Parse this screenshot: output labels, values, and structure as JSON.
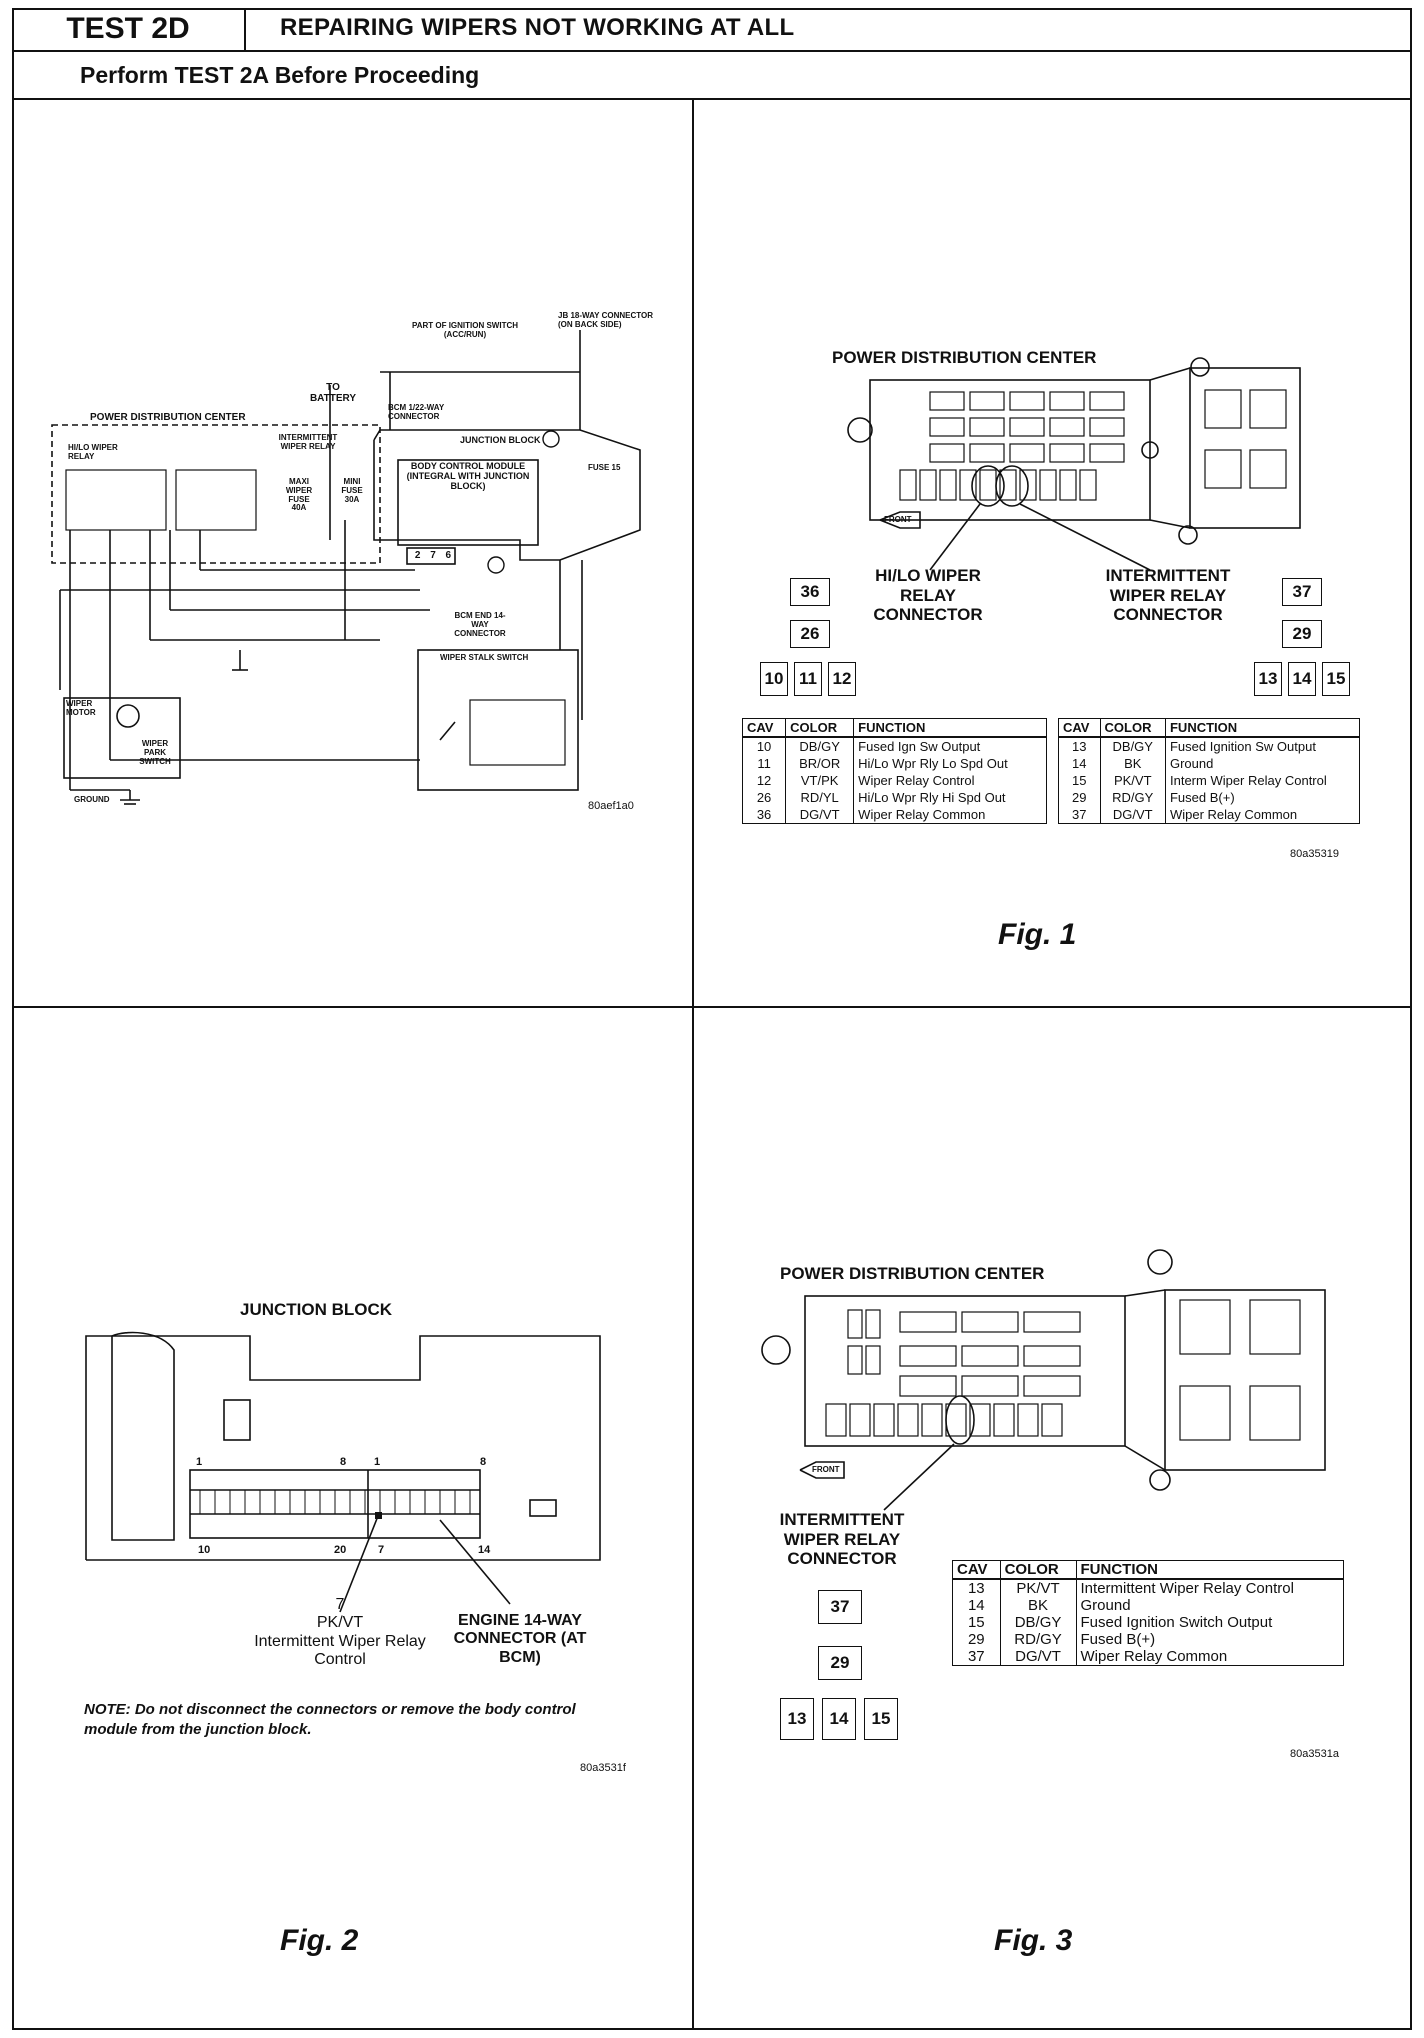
{
  "header": {
    "test_id": "TEST 2D",
    "title": "REPAIRING WIPERS NOT WORKING AT ALL",
    "subtitle": "Perform TEST 2A Before Proceeding"
  },
  "schematic": {
    "labels": {
      "jb_connector": "JB 18-WAY CONNECTOR (ON BACK SIDE)",
      "ignition_switch": "PART OF IGNITION SWITCH (ACC/RUN)",
      "to_battery": "TO BATTERY",
      "pdc": "POWER DISTRIBUTION CENTER",
      "bcm_connector": "BCM 1/22-WAY CONNECTOR",
      "junction_block": "JUNCTION BLOCK",
      "hilo_relay": "HI/LO WIPER RELAY",
      "intermittent_relay": "INTERMITTENT WIPER RELAY",
      "maxi_fuse": "MAXI WIPER FUSE 40A",
      "mini_fuse": "MINI FUSE 30A",
      "bcm": "BODY CONTROL MODULE (INTEGRAL WITH JUNCTION BLOCK)",
      "fuse_15": "FUSE 15",
      "bcm_end_connector": "BCM END 14-WAY CONNECTOR",
      "wiper_stalk_switch": "WIPER STALK SWITCH",
      "wiper_motor": "WIPER MOTOR",
      "wiper_park_switch": "WIPER PARK SWITCH",
      "ground": "GROUND",
      "bcm_pins": [
        "2",
        "7",
        "6"
      ],
      "code": "80aef1a0"
    }
  },
  "fig1": {
    "title": "POWER DISTRIBUTION CENTER",
    "hilo_label": "HI/LO WIPER RELAY CONNECTOR",
    "int_label": "INTERMITTENT WIPER RELAY CONNECTOR",
    "front_label": "FRONT",
    "hilo_pins": {
      "top": "36",
      "mid": "26",
      "bottom": [
        "10",
        "11",
        "12"
      ]
    },
    "int_pins": {
      "top": "37",
      "mid": "29",
      "bottom": [
        "13",
        "14",
        "15"
      ]
    },
    "table_headers": [
      "CAV",
      "COLOR",
      "FUNCTION"
    ],
    "table_left": [
      [
        "10",
        "DB/GY",
        "Fused Ign Sw Output"
      ],
      [
        "11",
        "BR/OR",
        "Hi/Lo Wpr Rly Lo Spd Out"
      ],
      [
        "12",
        "VT/PK",
        "Wiper Relay Control"
      ],
      [
        "26",
        "RD/YL",
        "Hi/Lo Wpr Rly Hi Spd Out"
      ],
      [
        "36",
        "DG/VT",
        "Wiper Relay Common"
      ]
    ],
    "table_right": [
      [
        "13",
        "DB/GY",
        "Fused Ignition Sw Output"
      ],
      [
        "14",
        "BK",
        "Ground"
      ],
      [
        "15",
        "PK/VT",
        "Interm Wiper Relay Control"
      ],
      [
        "29",
        "RD/GY",
        "Fused B(+)"
      ],
      [
        "37",
        "DG/VT",
        "Wiper Relay Common"
      ]
    ],
    "code": "80a35319",
    "caption": "Fig. 1"
  },
  "fig2": {
    "title": "JUNCTION BLOCK",
    "pin_numbers_top": [
      "1",
      "8",
      "1",
      "8"
    ],
    "pin_numbers_bottom": [
      "10",
      "20",
      "7",
      "14"
    ],
    "callout_pin": "7",
    "callout_color": "PK/VT",
    "callout_function": "Intermittent Wiper Relay Control",
    "connector_label": "ENGINE 14-WAY CONNECTOR (AT BCM)",
    "note_label": "NOTE:",
    "note_text": "Do not disconnect the connectors or remove the body control module from the junction block.",
    "code": "80a3531f",
    "caption": "Fig. 2"
  },
  "fig3": {
    "title": "POWER DISTRIBUTION CENTER",
    "front_label": "FRONT",
    "int_label": "INTERMITTENT WIPER RELAY CONNECTOR",
    "int_pins": {
      "top": "37",
      "mid": "29",
      "bottom": [
        "13",
        "14",
        "15"
      ]
    },
    "table_headers": [
      "CAV",
      "COLOR",
      "FUNCTION"
    ],
    "table": [
      [
        "13",
        "PK/VT",
        "Intermittent Wiper Relay Control"
      ],
      [
        "14",
        "BK",
        "Ground"
      ],
      [
        "15",
        "DB/GY",
        "Fused Ignition Switch Output"
      ],
      [
        "29",
        "RD/GY",
        "Fused B(+)"
      ],
      [
        "37",
        "DG/VT",
        "Wiper Relay Common"
      ]
    ],
    "code": "80a3531a",
    "caption": "Fig. 3"
  }
}
